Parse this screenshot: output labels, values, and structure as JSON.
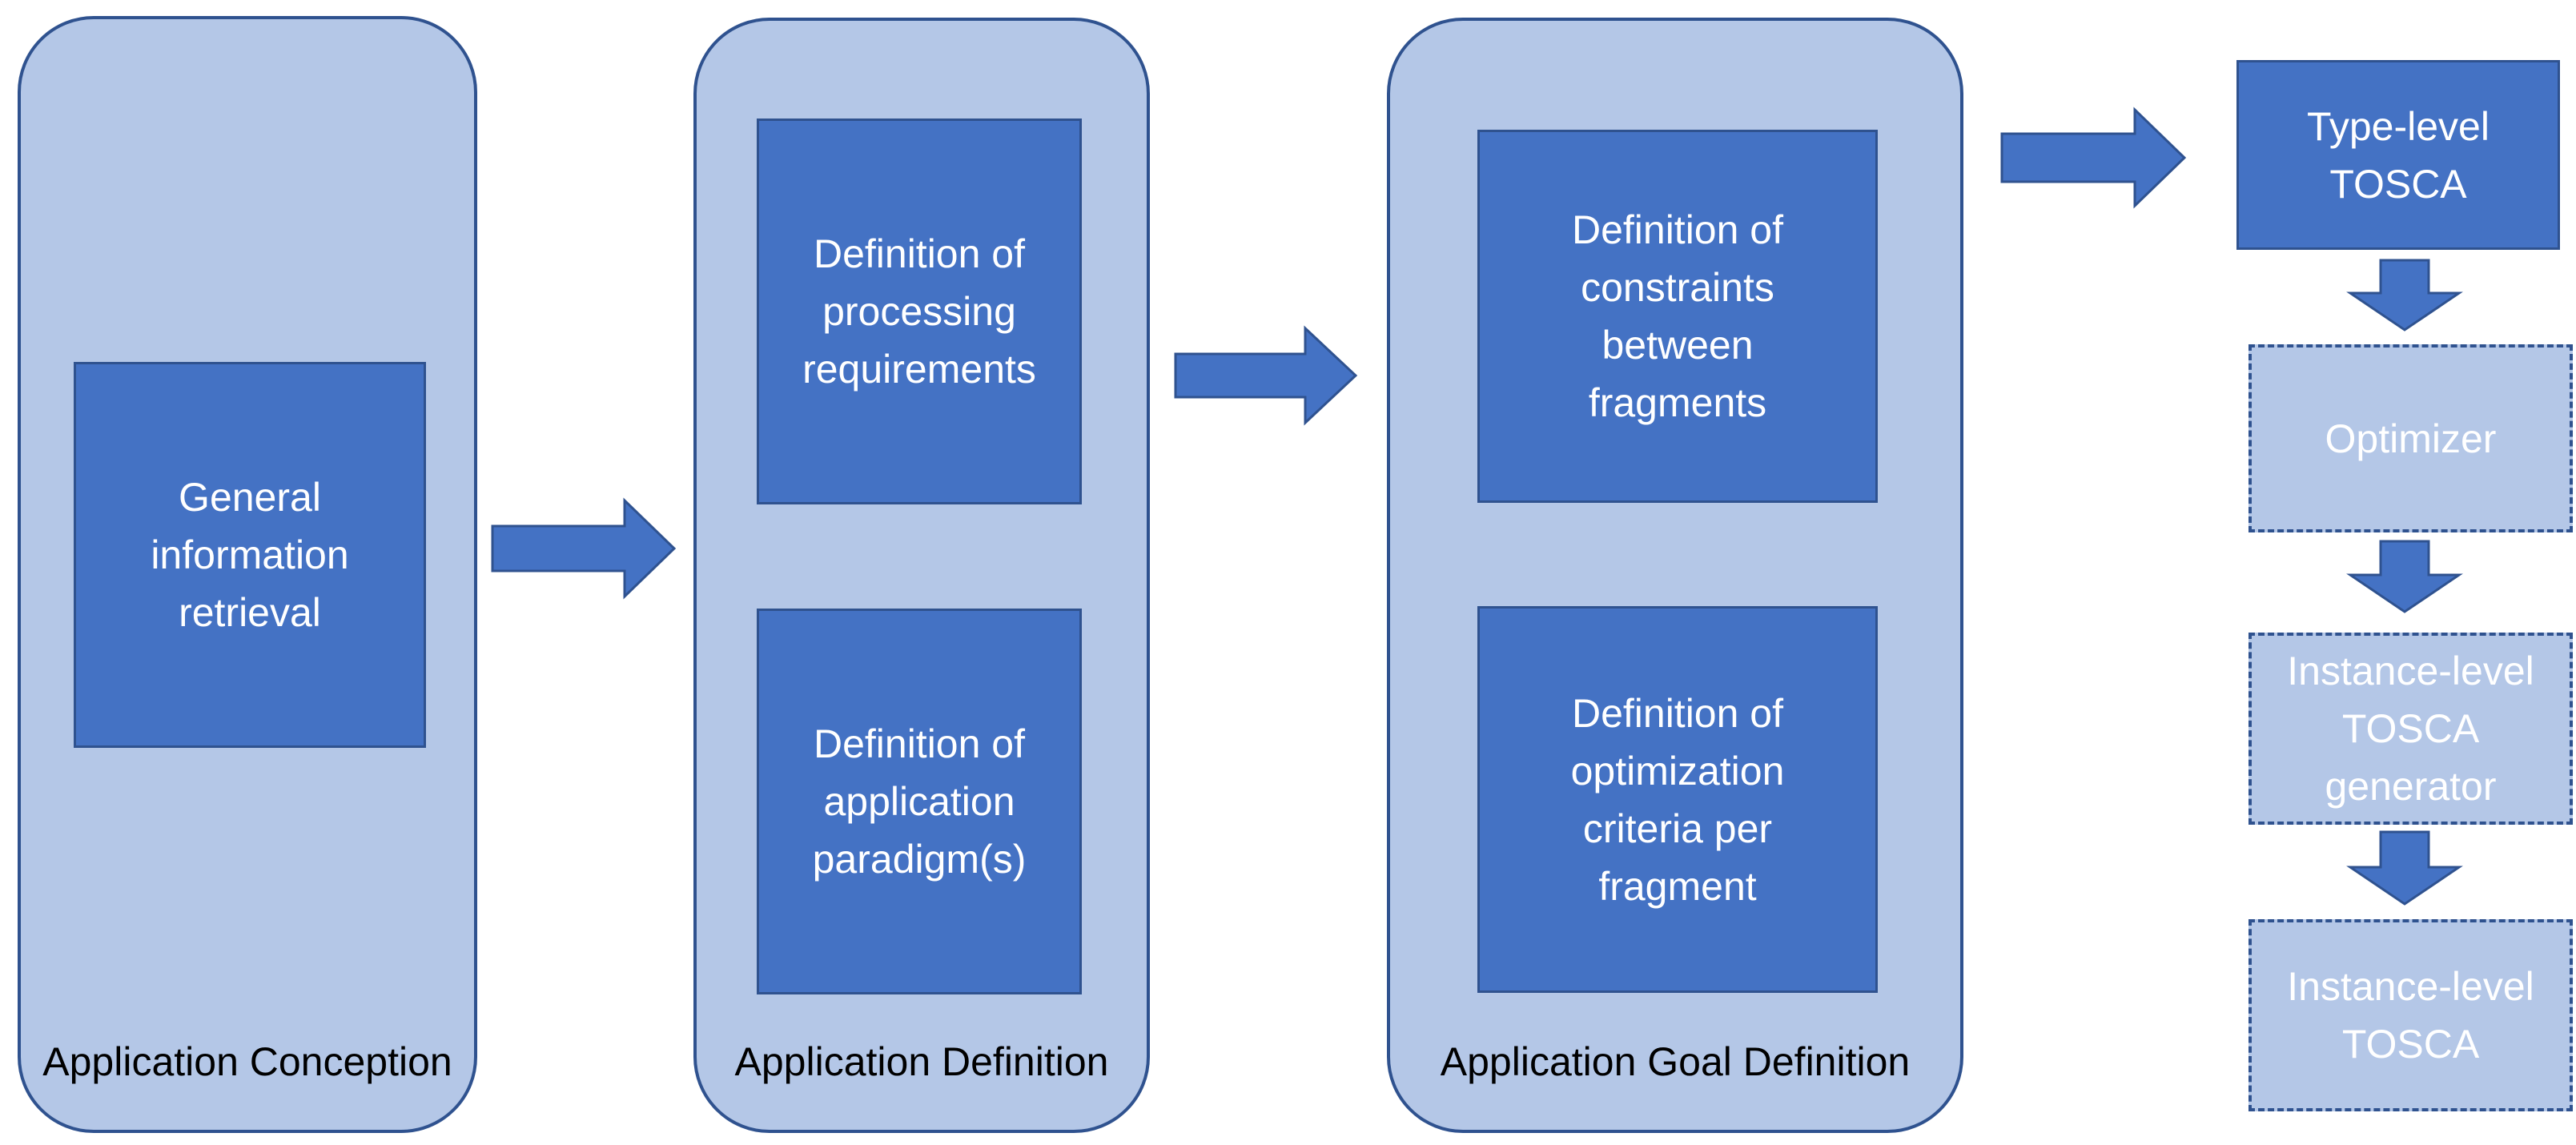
{
  "panels": {
    "conception": {
      "label": "Application Conception",
      "box": "General\ninformation\nretrieval"
    },
    "definition": {
      "label": "Application Definition",
      "box_top": "Definition of\nprocessing\nrequirements",
      "box_bottom": "Definition of\napplication\nparadigm(s)"
    },
    "goal": {
      "label": "Application Goal Definition",
      "box_top": "Definition of\nconstraints\nbetween\nfragments",
      "box_bottom": "Definition of\noptimization\ncriteria per\nfragment"
    }
  },
  "pipeline": {
    "type_level": "Type-level\nTOSCA",
    "optimizer": "Optimizer",
    "generator": "Instance-level\nTOSCA\ngenerator",
    "instance_level": "Instance-level\nTOSCA"
  },
  "colors": {
    "panel_fill": "#b4c7e7",
    "box_fill": "#4472c4",
    "border": "#2f528f"
  }
}
